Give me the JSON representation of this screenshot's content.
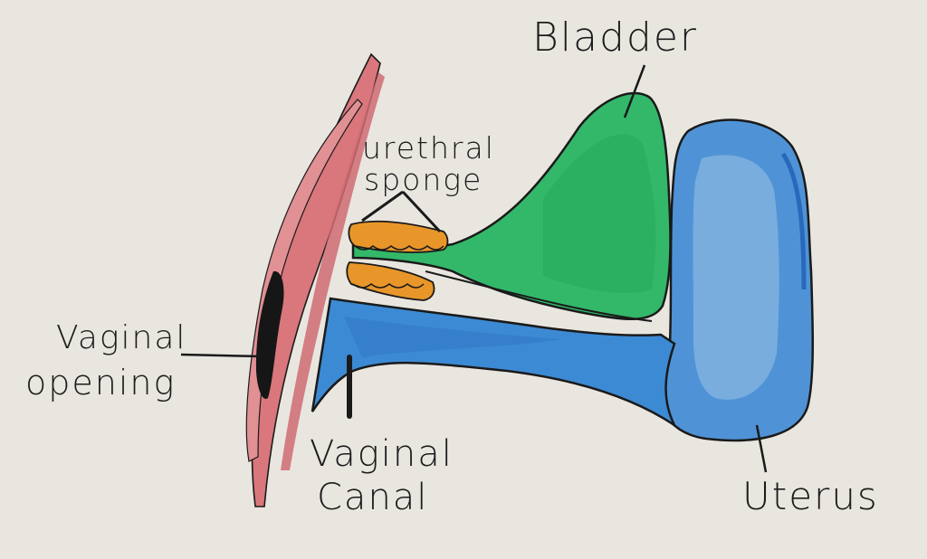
{
  "labels": {
    "bladder": "Bladder",
    "urethral_sponge_line1": "urethral",
    "urethral_sponge_line2": "sponge",
    "vaginal_opening_line1": "Vaginal",
    "vaginal_opening_line2": "opening",
    "vaginal_canal_line1": "Vaginal",
    "vaginal_canal_line2": "Canal",
    "uterus": "Uterus"
  },
  "colors": {
    "paper": "#e9e6e0",
    "bladder": "#33b86a",
    "uterus": "#4f93d6",
    "vaginal_canal": "#3d8ad4",
    "urethral_sponge": "#e8962a",
    "vulva_tissue": "#d9777c",
    "vaginal_opening": "#161616",
    "ink": "#1c1c1c"
  }
}
